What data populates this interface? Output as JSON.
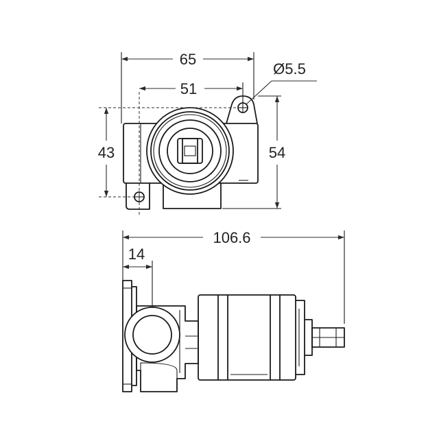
{
  "drawing": {
    "top_view": {
      "width_overall": "65",
      "hole_spacing": "51",
      "hole_diameter": "Ø5.5",
      "height_holes": "43",
      "height_overall": "54"
    },
    "side_view": {
      "length_overall": "106.6",
      "outlet_offset": "14"
    }
  }
}
